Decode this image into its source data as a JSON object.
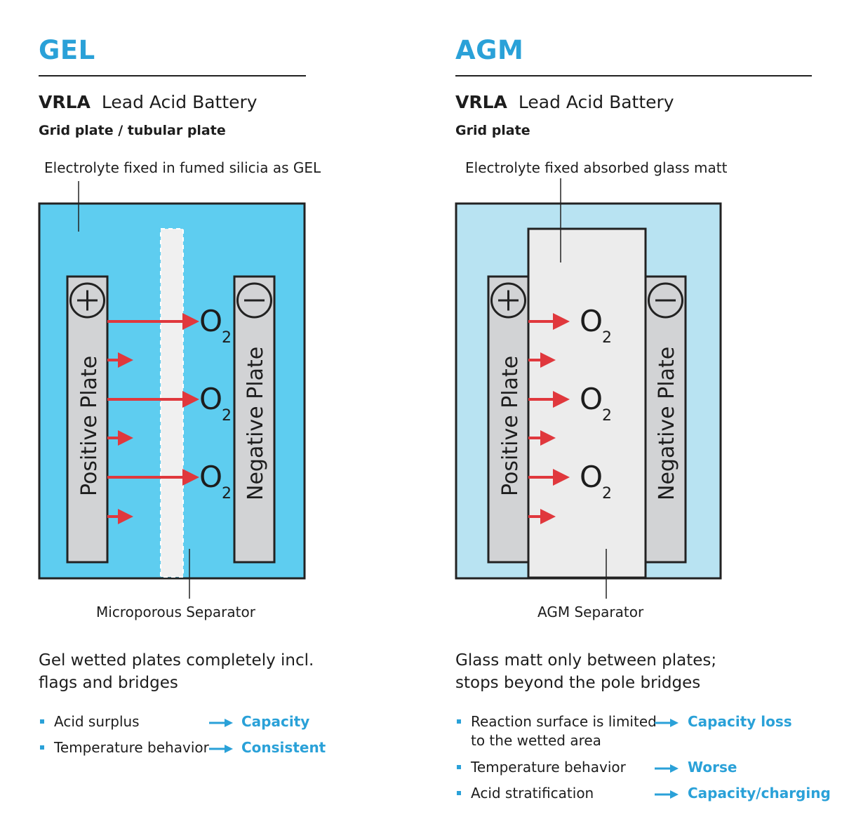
{
  "gel": {
    "title": "GEL",
    "subtitle_bold": "VRLA",
    "subtitle_rest": "Lead Acid Battery",
    "plate_type": "Grid plate / tubular plate",
    "electrolyte_label": "Electrolyte fixed in fumed silicia as GEL",
    "separator_label": "Microporous Separator",
    "positive_plate": "Positive Plate",
    "negative_plate": "Negative Plate",
    "plus_symbol": "+",
    "minus_symbol": "−",
    "oxygen": [
      "O",
      "O",
      "O"
    ],
    "oxygen_sub": [
      "2",
      "2",
      "2"
    ],
    "desc": [
      "Gel wetted plates completely incl.",
      "flags and bridges"
    ],
    "bullets": [
      {
        "text": [
          "Acid surplus"
        ],
        "result": "Capacity"
      },
      {
        "text": [
          "Temperature behavior"
        ],
        "result": "Consistent"
      }
    ]
  },
  "agm": {
    "title": "AGM",
    "subtitle_bold": "VRLA",
    "subtitle_rest": "Lead Acid Battery",
    "plate_type": "Grid plate",
    "electrolyte_label": "Electrolyte fixed absorbed glass matt",
    "separator_label": "AGM Separator",
    "positive_plate": "Positive Plate",
    "negative_plate": "Negative Plate",
    "plus_symbol": "+",
    "minus_symbol": "−",
    "oxygen": [
      "O",
      "O",
      "O"
    ],
    "oxygen_sub": [
      "2",
      "2",
      "2"
    ],
    "desc": [
      "Glass matt only between plates;",
      "stops beyond the pole bridges"
    ],
    "bullets": [
      {
        "text": [
          "Reaction surface is limited",
          "to the wetted area"
        ],
        "result": "Capacity loss"
      },
      {
        "text": [
          "Temperature behavior"
        ],
        "result": "Worse"
      },
      {
        "text": [
          "Acid stratification"
        ],
        "result": "Capacity/charging"
      }
    ]
  },
  "colors": {
    "accent": "#2aa1d8",
    "gel_electrolyte": "#5ecdf0",
    "agm_electrolyte": "#b8e3f2",
    "plate": "#d2d3d5",
    "separator": "#f0f0f0",
    "arrow": "#e0383d"
  },
  "icons": [
    "arrow-right-icon",
    "plus-circle-icon",
    "minus-circle-icon",
    "oxygen-arrow-icon"
  ]
}
